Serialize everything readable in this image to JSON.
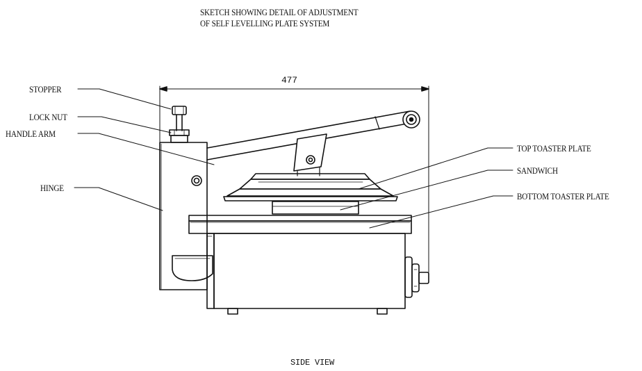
{
  "title": {
    "line1": "SKETCH SHOWING DETAIL OF ADJUSTMENT",
    "line2": "OF SELF LEVELLING PLATE SYSTEM"
  },
  "dimension": {
    "width_label": "477"
  },
  "labels": {
    "stopper": "STOPPER",
    "lock_nut": "LOCK NUT",
    "handle_arm": "HANDLE ARM",
    "hinge": "HINGE",
    "top_plate": "TOP TOASTER PLATE",
    "sandwich": "SANDWICH",
    "bottom_plate": "BOTTOM TOASTER PLATE"
  },
  "caption": "SIDE VIEW"
}
